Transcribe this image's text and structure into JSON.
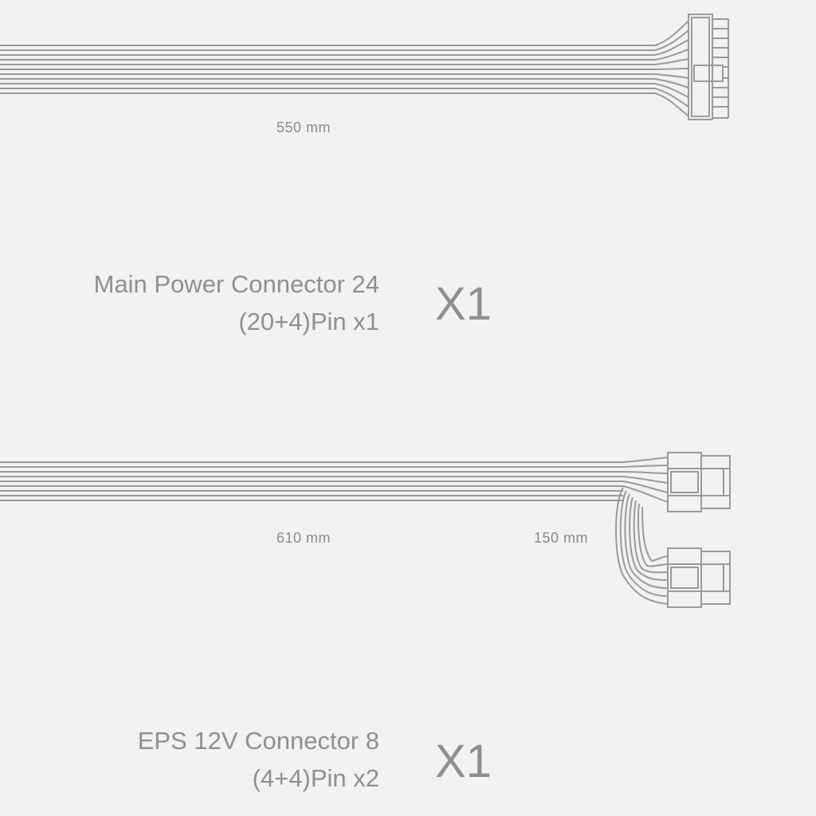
{
  "cables": [
    {
      "id": "main-power",
      "label_line1": "Main Power Connector 24",
      "label_line2": "(20+4)Pin x1",
      "quantity": "X1",
      "lengths": [
        "550 mm"
      ]
    },
    {
      "id": "eps",
      "label_line1": "EPS 12V Connector 8",
      "label_line2": "(4+4)Pin x2",
      "quantity": "X1",
      "lengths": [
        "610 mm",
        "150 mm"
      ]
    }
  ],
  "colors": {
    "background": "#f2f2f2",
    "line": "#9a9a9a",
    "text": "#8f8f8f"
  }
}
